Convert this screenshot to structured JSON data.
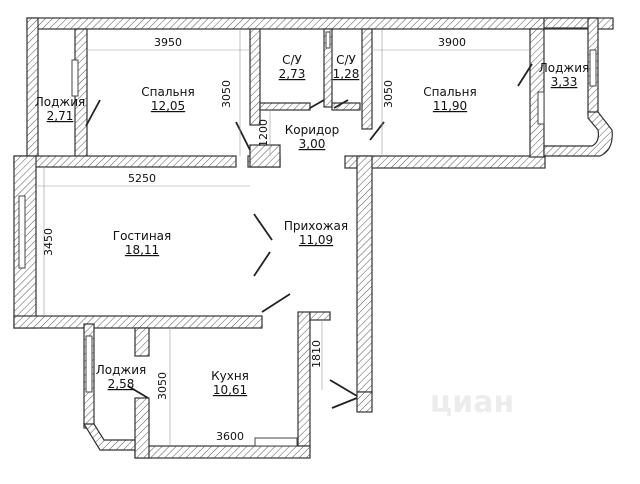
{
  "rooms": {
    "bedroom_left": {
      "name": "Спальня",
      "area": "12,05"
    },
    "bedroom_right": {
      "name": "Спальня",
      "area": "11,90"
    },
    "bath1": {
      "name": "С/У",
      "area": "2,73"
    },
    "bath2": {
      "name": "С/У",
      "area": "1,28"
    },
    "corridor": {
      "name": "Коридор",
      "area": "3,00"
    },
    "living": {
      "name": "Гостиная",
      "area": "18,11"
    },
    "hall": {
      "name": "Прихожая",
      "area": "11,09"
    },
    "kitchen": {
      "name": "Кухня",
      "area": "10,61"
    },
    "loggia_left": {
      "name": "Лоджия",
      "area": "2,71"
    },
    "loggia_right": {
      "name": "Лоджия",
      "area": "3,33"
    },
    "loggia_bottom": {
      "name": "Лоджия",
      "area": "2,58"
    }
  },
  "dimensions": {
    "bedroom_left_width": "3950",
    "bedroom_left_depth": "3050",
    "bedroom_right_width": "3900",
    "bedroom_right_depth": "3050",
    "corridor": "1200",
    "living_width": "5250",
    "living_depth": "3450",
    "hall_depth": "1810",
    "kitchen_depth": "3050",
    "kitchen_width": "3600"
  },
  "watermark": "циан"
}
